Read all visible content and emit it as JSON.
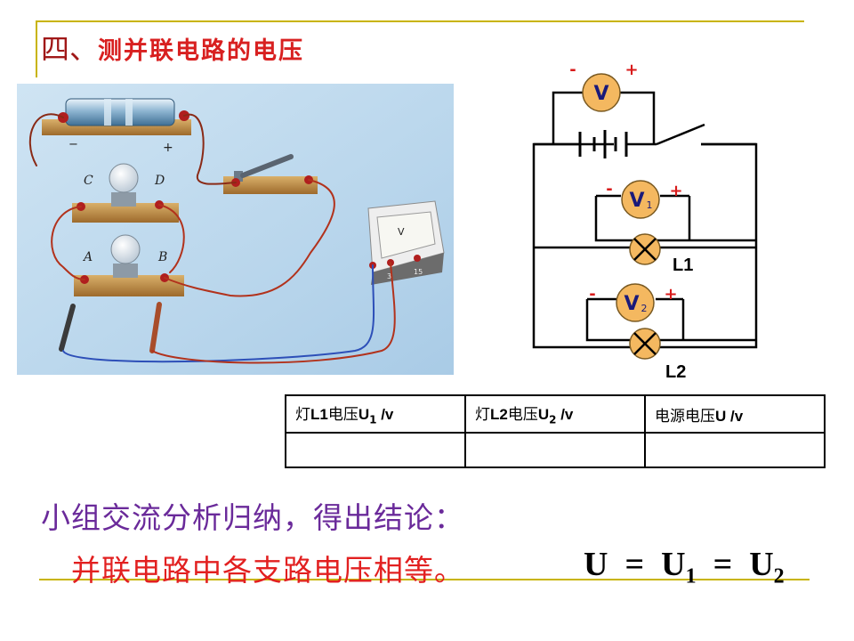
{
  "title": {
    "number": "四、",
    "text": "测并联电路的电压"
  },
  "photo": {
    "battery_minus": "−",
    "battery_plus": "+",
    "lamp_top_left": "C",
    "lamp_top_right": "D",
    "lamp_bottom_left": "A",
    "lamp_bottom_right": "B",
    "meter_symbol": "V",
    "meter_range_low": "3",
    "meter_range_high": "15"
  },
  "schematic": {
    "v_main": "V",
    "v_main_minus": "-",
    "v_main_plus": "+",
    "v1_label": "V",
    "v1_sub": "1",
    "v1_minus": "-",
    "v1_plus": "+",
    "v2_label": "V",
    "v2_sub": "2",
    "v2_minus": "-",
    "v2_plus": "+",
    "lamp1_label": "L1",
    "lamp2_label": "L2"
  },
  "table": {
    "h1": {
      "pre": "灯",
      "bold": "L1",
      "mid": "电压",
      "var": "U",
      "sub": "1",
      "unit": " /v"
    },
    "h2": {
      "pre": "灯",
      "bold": "L2",
      "mid": "电压",
      "var": "U",
      "sub": "2",
      "unit": " /v"
    },
    "h3": {
      "pre": "电源电压",
      "var": "U",
      "unit": " /v"
    },
    "row": [
      "",
      "",
      ""
    ]
  },
  "discussion_text": "小组交流分析归纳，得出结论：",
  "conclusion_text": "并联电路中各支路电压相等。",
  "formula": {
    "u": "U",
    "eq1": "=",
    "u1": "U",
    "sub1": "1",
    "eq2": "=",
    "u2": "U",
    "sub2": "2"
  }
}
